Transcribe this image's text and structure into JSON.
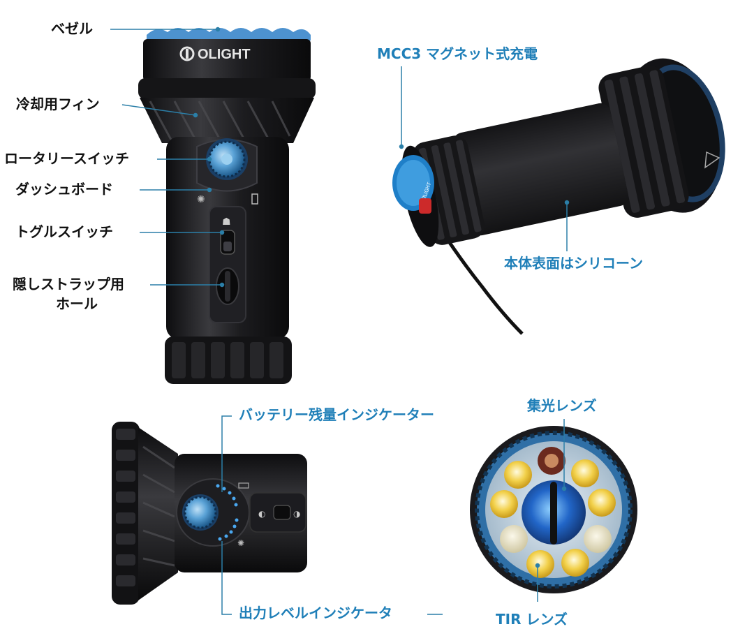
{
  "brand": {
    "logo_text": "OLIGHT"
  },
  "callouts": {
    "bezel": "ベゼル",
    "cooling_fins": "冷却用フィン",
    "rotary_switch": "ロータリースイッチ",
    "dashboard": "ダッシュボード",
    "toggle_switch": "トグルスイッチ",
    "strap_hole_line1": "隠しストラップ用",
    "strap_hole_line2": "ホール",
    "mcc3_charging": "MCC3 マグネット式充電",
    "silicone_body": "本体表面はシリコーン",
    "battery_indicator": "バッテリー残量インジケーター",
    "output_indicator": "出力レベルインジケータ",
    "condenser_lens": "集光レンズ",
    "tir_lens": "TIR レンズ"
  },
  "colors": {
    "accent_blue": "#1f7fb8",
    "label_dark": "#111111",
    "body_black": "#1c1c1e",
    "anodized_blue": "#3a86c6",
    "led_yellow": "#f2d04a",
    "led_red": "#8a3a2a"
  }
}
